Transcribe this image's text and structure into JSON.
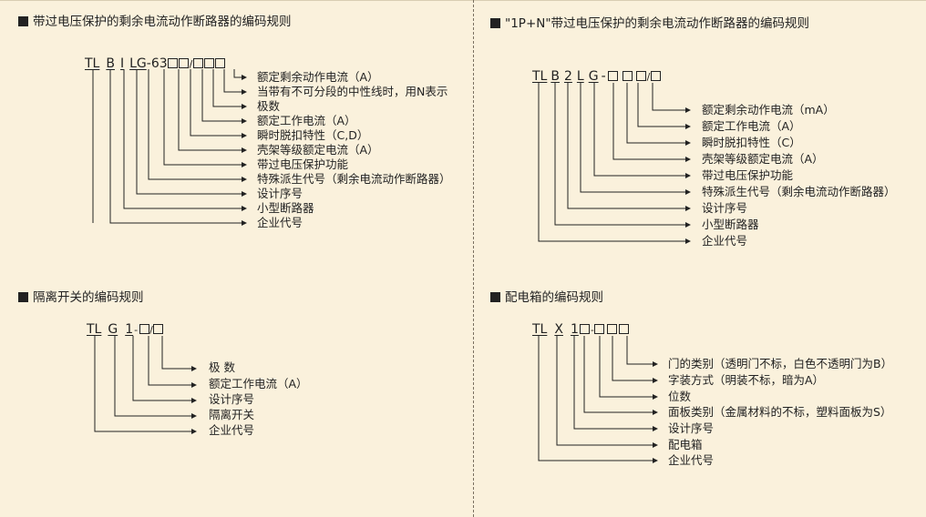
{
  "sections": {
    "s1": {
      "title": "带过电压保护的剩余电流动作断路器的编码规则",
      "code": [
        "TL",
        "B",
        "I",
        "L",
        "G",
        "-63",
        "□",
        "□",
        "/",
        "□",
        "□",
        "□"
      ],
      "labels": [
        "额定剩余动作电流（A）",
        "当带有不可分段的中性线时，用N表示",
        "极数",
        "额定工作电流（A）",
        "瞬时脱扣特性（C,D）",
        "壳架等级额定电流（A）",
        "带过电压保护功能",
        "特殊派生代号（剩余电流动作断路器）",
        "设计序号",
        "小型断路器",
        "企业代号"
      ]
    },
    "s2": {
      "title": "\"1P+N\"带过电压保护的剩余电流动作断路器的编码规则",
      "code": [
        "TL",
        "B",
        "2",
        "L",
        "G",
        "-",
        "□",
        "□",
        "□",
        "/",
        "□"
      ],
      "labels": [
        "额定剩余动作电流（mA）",
        "额定工作电流（A）",
        "瞬时脱扣特性（C）",
        "壳架等级额定电流（A）",
        "带过电压保护功能",
        "特殊派生代号（剩余电流动作断路器）",
        "设计序号",
        "小型断路器",
        "企业代号"
      ]
    },
    "s3": {
      "title": "隔离开关的编码规则",
      "code": [
        "TL",
        "G",
        "1",
        "-",
        "□",
        "/",
        "□"
      ],
      "labels": [
        "极 数",
        "额定工作电流（A）",
        "设计序号",
        "隔离开关",
        "企业代号"
      ]
    },
    "s4": {
      "title": "配电箱的编码规则",
      "code": [
        "TL",
        "X",
        "1",
        "□",
        "-",
        "□",
        "□",
        "□"
      ],
      "labels": [
        "门的类别（透明门不标，白色不透明门为B）",
        "字装方式（明装不标，暗为A）",
        "位数",
        "面板类别（金属材料的不标，塑料面板为S）",
        "设计序号",
        "配电箱",
        "企业代号"
      ]
    }
  }
}
